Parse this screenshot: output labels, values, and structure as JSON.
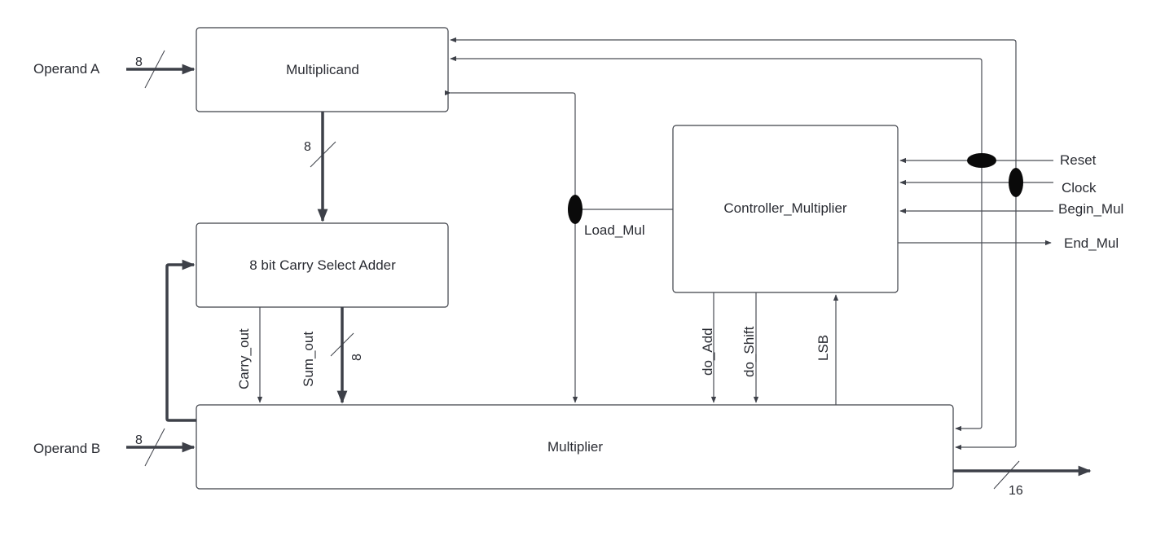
{
  "blocks": {
    "multiplicand": "Multiplicand",
    "adder": "8 bit Carry Select Adder",
    "controller": "Controller_Multiplier",
    "multiplier": "Multiplier"
  },
  "inputs": {
    "operand_a": "Operand A",
    "operand_b": "Operand B",
    "reset": "Reset",
    "clock": "Clock",
    "begin_mul": "Begin_Mul"
  },
  "outputs": {
    "end_mul": "End_Mul"
  },
  "signals": {
    "load_mul": "Load_Mul",
    "carry_out": "Carry_out",
    "sum_out": "Sum_out",
    "do_add": "do_Add",
    "do_shift": "do_Shift",
    "lsb": "LSB"
  },
  "bus_widths": {
    "operand_a": "8",
    "multiplicand_out": "8",
    "sum_out": "8",
    "operand_b": "8",
    "product": "16"
  }
}
